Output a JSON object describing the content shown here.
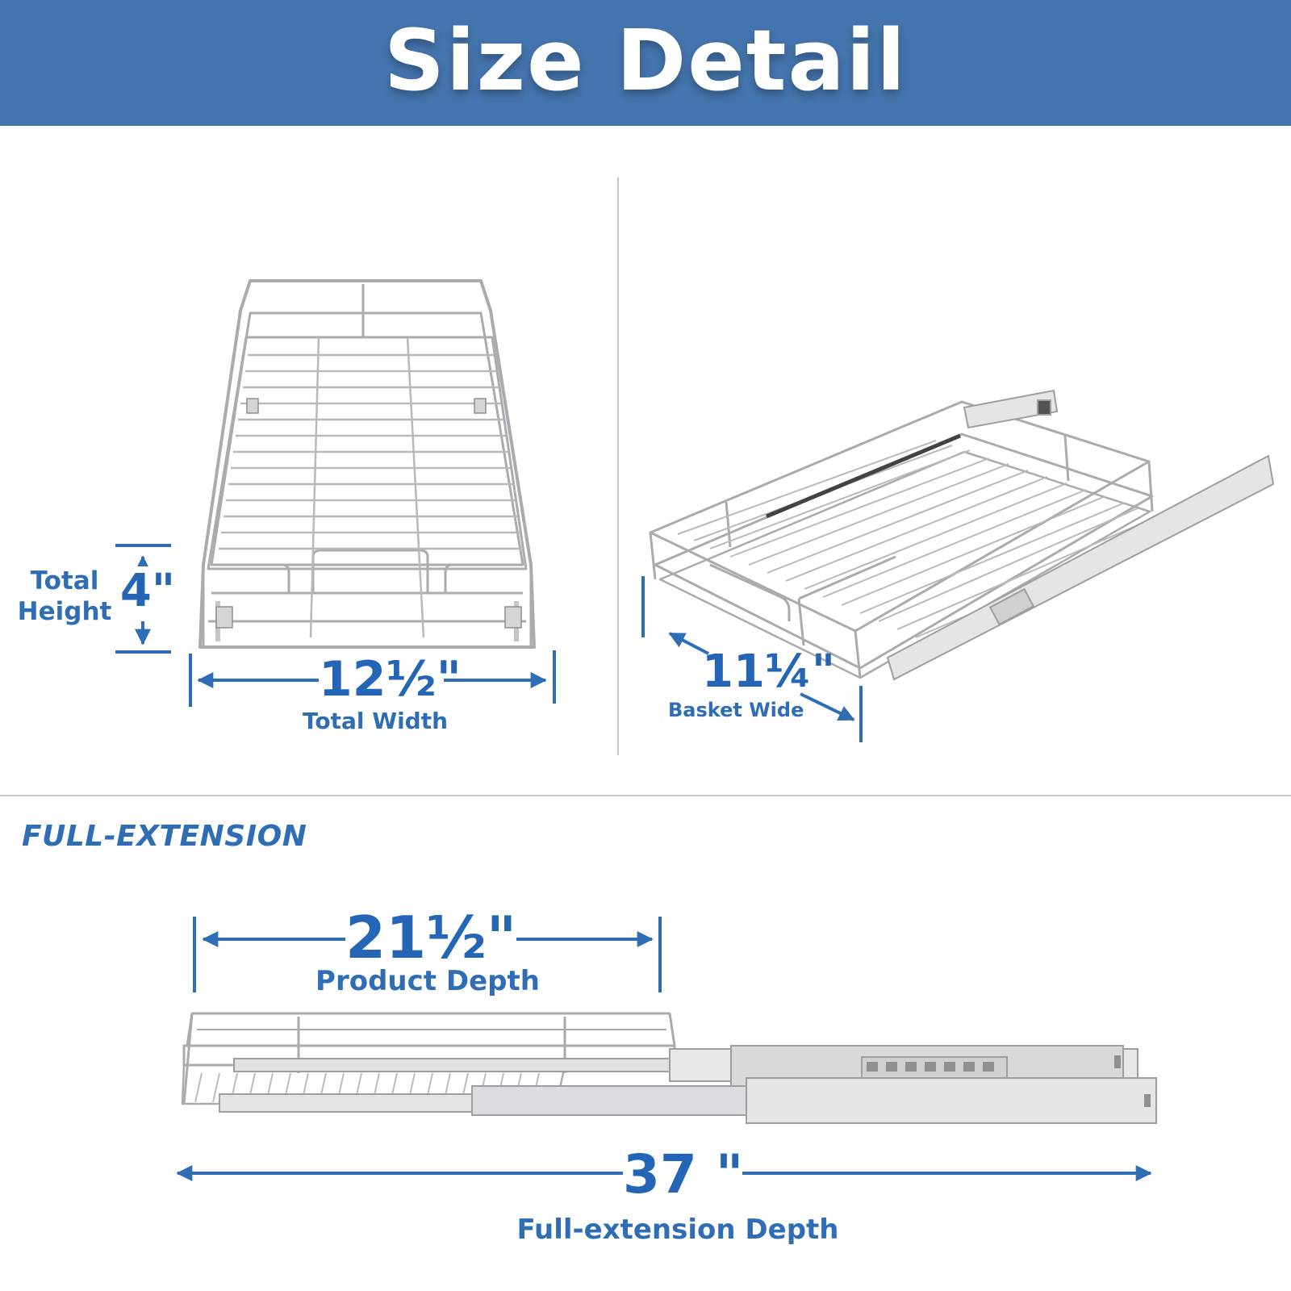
{
  "header": {
    "title": "Size Detail"
  },
  "top_left": {
    "height_value": "4\"",
    "height_label_line1": "Total",
    "height_label_line2": "Height",
    "width_value": "12½\"",
    "width_label": "Total Width"
  },
  "top_right": {
    "basket_value": "11¼\"",
    "basket_label": "Basket Wide"
  },
  "bottom": {
    "section_title": "FULL-EXTENSION",
    "depth_value": "21½\"",
    "depth_label": "Product Depth",
    "extension_value": "37 \"",
    "extension_label": "Full-extension Depth"
  },
  "colors": {
    "banner": "#4474ad",
    "accent": "#2f6db5",
    "wire": "#a9abae"
  }
}
